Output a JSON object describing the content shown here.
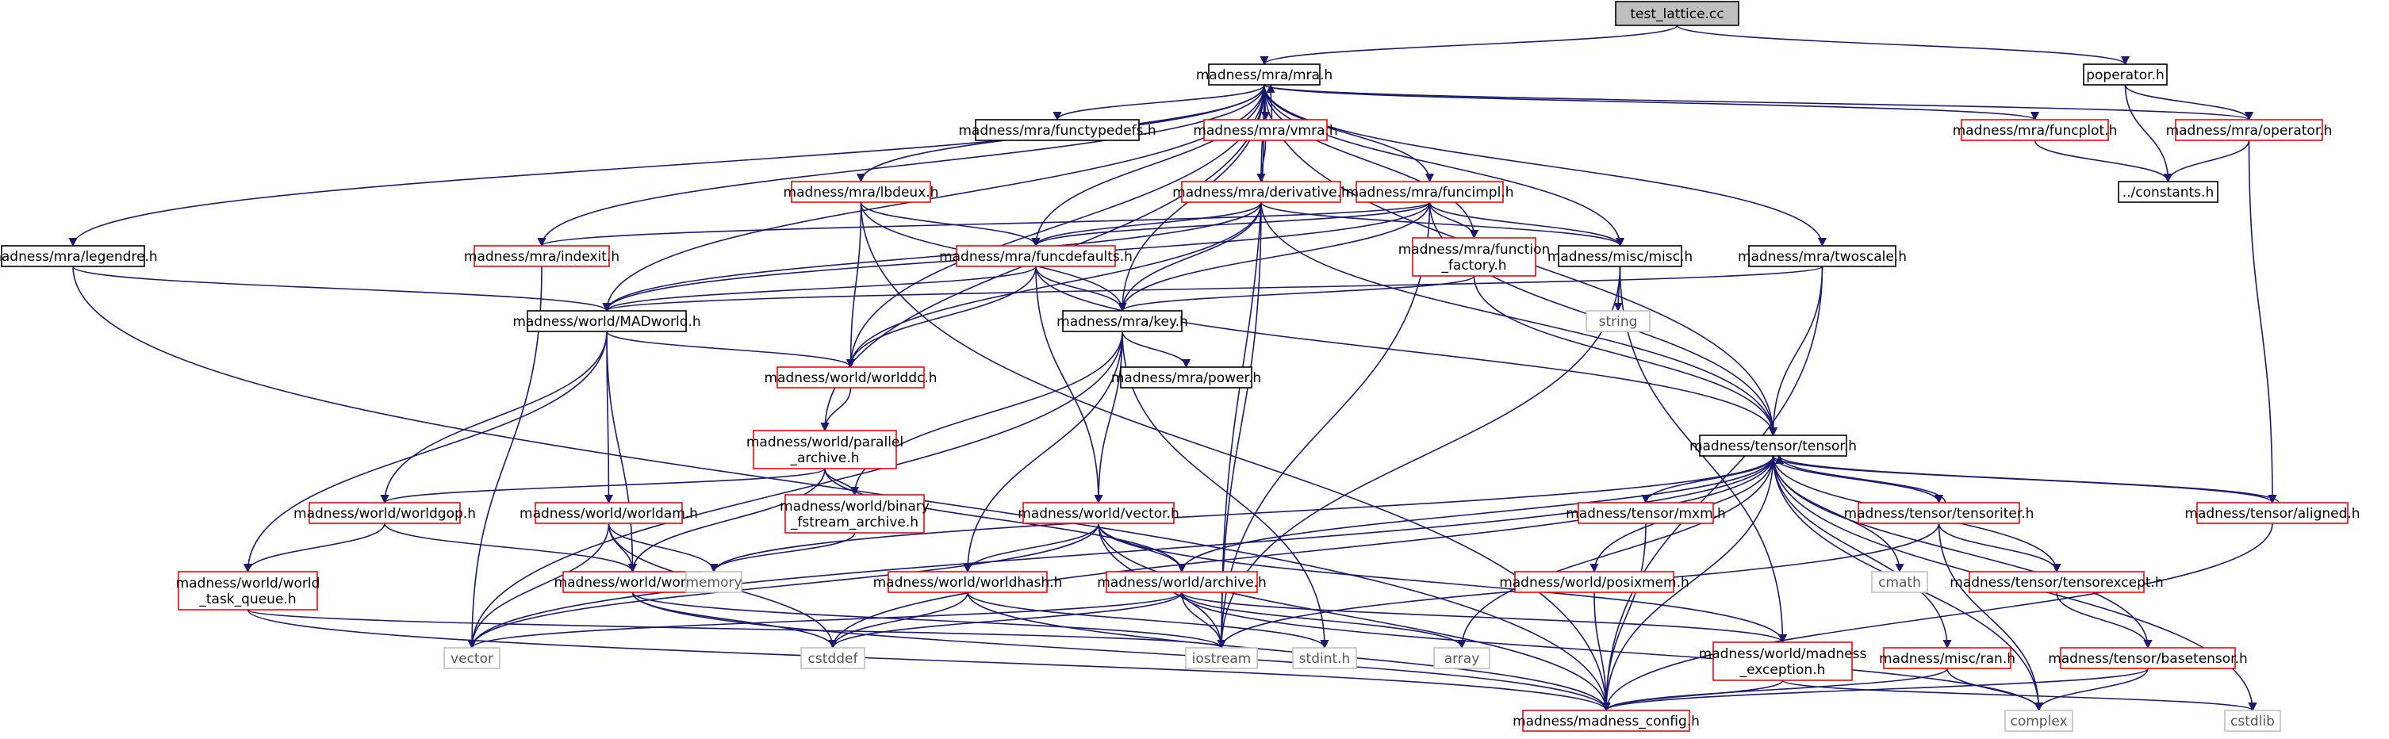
{
  "diagram": {
    "title": "test_lattice.cc",
    "colors": {
      "edge": "#191970",
      "node_border_documented": "#000000",
      "node_border_undocumented": "#ff0000",
      "node_border_system": "#bfbfbf",
      "root_fill": "#bfbfbf"
    },
    "nodes": [
      {
        "id": "test_lattice",
        "lines": [
          "test_lattice.cc"
        ],
        "kind": "root"
      },
      {
        "id": "mra_h",
        "lines": [
          "madness/mra/mra.h"
        ],
        "kind": "black"
      },
      {
        "id": "poperator_h",
        "lines": [
          "poperator.h"
        ],
        "kind": "black"
      },
      {
        "id": "functypedefs_h",
        "lines": [
          "madness/mra/functypedefs.h"
        ],
        "kind": "black"
      },
      {
        "id": "vmra_h",
        "lines": [
          "madness/mra/vmra.h"
        ],
        "kind": "red"
      },
      {
        "id": "funcplot_h",
        "lines": [
          "madness/mra/funcplot.h"
        ],
        "kind": "red"
      },
      {
        "id": "operator_h",
        "lines": [
          "madness/mra/operator.h"
        ],
        "kind": "red"
      },
      {
        "id": "constants_h",
        "lines": [
          "../constants.h"
        ],
        "kind": "black"
      },
      {
        "id": "lbdeux_h",
        "lines": [
          "madness/mra/lbdeux.h"
        ],
        "kind": "red"
      },
      {
        "id": "derivative_h",
        "lines": [
          "madness/mra/derivative.h"
        ],
        "kind": "red"
      },
      {
        "id": "funcimpl_h",
        "lines": [
          "madness/mra/funcimpl.h"
        ],
        "kind": "red"
      },
      {
        "id": "legendre_h",
        "lines": [
          "madness/mra/legendre.h"
        ],
        "kind": "black"
      },
      {
        "id": "indexit_h",
        "lines": [
          "madness/mra/indexit.h"
        ],
        "kind": "red"
      },
      {
        "id": "funcdefaults_h",
        "lines": [
          "madness/mra/funcdefaults.h"
        ],
        "kind": "red"
      },
      {
        "id": "function_factory_h",
        "lines": [
          "madness/mra/function",
          "_factory.h"
        ],
        "kind": "red"
      },
      {
        "id": "misc_h",
        "lines": [
          "madness/misc/misc.h"
        ],
        "kind": "black"
      },
      {
        "id": "twoscale_h",
        "lines": [
          "madness/mra/twoscale.h"
        ],
        "kind": "black"
      },
      {
        "id": "madworld_h",
        "lines": [
          "madness/world/MADworld.h"
        ],
        "kind": "black"
      },
      {
        "id": "key_h",
        "lines": [
          "madness/mra/key.h"
        ],
        "kind": "black"
      },
      {
        "id": "string",
        "lines": [
          "string"
        ],
        "kind": "gray"
      },
      {
        "id": "worlddc_h",
        "lines": [
          "madness/world/worlddc.h"
        ],
        "kind": "red"
      },
      {
        "id": "power_h",
        "lines": [
          "madness/mra/power.h"
        ],
        "kind": "black"
      },
      {
        "id": "tensor_h",
        "lines": [
          "madness/tensor/tensor.h"
        ],
        "kind": "black"
      },
      {
        "id": "parallel_archive_h",
        "lines": [
          "madness/world/parallel",
          "_archive.h"
        ],
        "kind": "red"
      },
      {
        "id": "worldgop_h",
        "lines": [
          "madness/world/worldgop.h"
        ],
        "kind": "red"
      },
      {
        "id": "binary_fstream_archive_h",
        "lines": [
          "madness/world/binary",
          "_fstream_archive.h"
        ],
        "kind": "red"
      },
      {
        "id": "worldam_h",
        "lines": [
          "madness/world/worldam.h"
        ],
        "kind": "red"
      },
      {
        "id": "vector_h",
        "lines": [
          "madness/world/vector.h"
        ],
        "kind": "red"
      },
      {
        "id": "mxm_h",
        "lines": [
          "madness/tensor/mxm.h"
        ],
        "kind": "red"
      },
      {
        "id": "tensoriter_h",
        "lines": [
          "madness/tensor/tensoriter.h"
        ],
        "kind": "red"
      },
      {
        "id": "aligned_h",
        "lines": [
          "madness/tensor/aligned.h"
        ],
        "kind": "red"
      },
      {
        "id": "world_task_queue_h",
        "lines": [
          "madness/world/world",
          "_task_queue.h"
        ],
        "kind": "red"
      },
      {
        "id": "world_h",
        "lines": [
          "madness/world/world.h"
        ],
        "kind": "red"
      },
      {
        "id": "memory",
        "lines": [
          "memory"
        ],
        "kind": "gray"
      },
      {
        "id": "worldhash_h",
        "lines": [
          "madness/world/worldhash.h"
        ],
        "kind": "red"
      },
      {
        "id": "archive_h",
        "lines": [
          "madness/world/archive.h"
        ],
        "kind": "red"
      },
      {
        "id": "posixmem_h",
        "lines": [
          "madness/world/posixmem.h"
        ],
        "kind": "red"
      },
      {
        "id": "cmath",
        "lines": [
          "cmath"
        ],
        "kind": "gray"
      },
      {
        "id": "tensorexcept_h",
        "lines": [
          "madness/tensor/tensorexcept.h"
        ],
        "kind": "red"
      },
      {
        "id": "vector",
        "lines": [
          "vector"
        ],
        "kind": "gray"
      },
      {
        "id": "cstddef",
        "lines": [
          "cstddef"
        ],
        "kind": "gray"
      },
      {
        "id": "iostream",
        "lines": [
          "iostream"
        ],
        "kind": "gray"
      },
      {
        "id": "stdint_h",
        "lines": [
          "stdint.h"
        ],
        "kind": "gray"
      },
      {
        "id": "array",
        "lines": [
          "array"
        ],
        "kind": "gray"
      },
      {
        "id": "madness_exception_h",
        "lines": [
          "madness/world/madness",
          "_exception.h"
        ],
        "kind": "red"
      },
      {
        "id": "ran_h",
        "lines": [
          "madness/misc/ran.h"
        ],
        "kind": "red"
      },
      {
        "id": "basetensor_h",
        "lines": [
          "madness/tensor/basetensor.h"
        ],
        "kind": "red"
      },
      {
        "id": "madness_config_h",
        "lines": [
          "madness/madness_config.h"
        ],
        "kind": "red"
      },
      {
        "id": "complex",
        "lines": [
          "complex"
        ],
        "kind": "gray"
      },
      {
        "id": "cstdlib",
        "lines": [
          "cstdlib"
        ],
        "kind": "gray"
      }
    ],
    "edges": [
      [
        "test_lattice",
        "mra_h"
      ],
      [
        "test_lattice",
        "poperator_h"
      ],
      [
        "poperator_h",
        "operator_h"
      ],
      [
        "poperator_h",
        "constants_h"
      ],
      [
        "mra_h",
        "functypedefs_h"
      ],
      [
        "mra_h",
        "vmra_h"
      ],
      [
        "vmra_h",
        "mra_h"
      ],
      [
        "mra_h",
        "funcplot_h"
      ],
      [
        "mra_h",
        "operator_h"
      ],
      [
        "mra_h",
        "lbdeux_h"
      ],
      [
        "mra_h",
        "derivative_h"
      ],
      [
        "mra_h",
        "funcimpl_h"
      ],
      [
        "mra_h",
        "legendre_h"
      ],
      [
        "mra_h",
        "indexit_h"
      ],
      [
        "mra_h",
        "funcdefaults_h"
      ],
      [
        "mra_h",
        "function_factory_h"
      ],
      [
        "mra_h",
        "misc_h"
      ],
      [
        "mra_h",
        "twoscale_h"
      ],
      [
        "mra_h",
        "madworld_h"
      ],
      [
        "mra_h",
        "key_h"
      ],
      [
        "mra_h",
        "worlddc_h"
      ],
      [
        "mra_h",
        "tensor_h"
      ],
      [
        "mra_h",
        "parallel_archive_h"
      ],
      [
        "mra_h",
        "iostream"
      ],
      [
        "vmra_h",
        "derivative_h"
      ],
      [
        "funcplot_h",
        "constants_h"
      ],
      [
        "operator_h",
        "constants_h"
      ],
      [
        "operator_h",
        "aligned_h"
      ],
      [
        "lbdeux_h",
        "funcdefaults_h"
      ],
      [
        "lbdeux_h",
        "key_h"
      ],
      [
        "lbdeux_h",
        "worlddc_h"
      ],
      [
        "lbdeux_h",
        "madness_config_h"
      ],
      [
        "derivative_h",
        "funcdefaults_h"
      ],
      [
        "derivative_h",
        "key_h"
      ],
      [
        "derivative_h",
        "madworld_h"
      ],
      [
        "derivative_h",
        "worlddc_h"
      ],
      [
        "derivative_h",
        "misc_h"
      ],
      [
        "derivative_h",
        "tensor_h"
      ],
      [
        "derivative_h",
        "iostream"
      ],
      [
        "funcimpl_h",
        "indexit_h"
      ],
      [
        "funcimpl_h",
        "funcdefaults_h"
      ],
      [
        "funcimpl_h",
        "function_factory_h"
      ],
      [
        "funcimpl_h",
        "misc_h"
      ],
      [
        "funcimpl_h",
        "key_h"
      ],
      [
        "funcimpl_h",
        "madworld_h"
      ],
      [
        "funcimpl_h",
        "tensor_h"
      ],
      [
        "funcimpl_h",
        "iostream"
      ],
      [
        "legendre_h",
        "madworld_h"
      ],
      [
        "legendre_h",
        "madness_config_h"
      ],
      [
        "indexit_h",
        "vector"
      ],
      [
        "funcdefaults_h",
        "madworld_h"
      ],
      [
        "funcdefaults_h",
        "key_h"
      ],
      [
        "funcdefaults_h",
        "worlddc_h"
      ],
      [
        "funcdefaults_h",
        "vector_h"
      ],
      [
        "funcdefaults_h",
        "tensor_h"
      ],
      [
        "function_factory_h",
        "key_h"
      ],
      [
        "function_factory_h",
        "tensor_h"
      ],
      [
        "misc_h",
        "string"
      ],
      [
        "misc_h",
        "iostream"
      ],
      [
        "misc_h",
        "madness_exception_h"
      ],
      [
        "twoscale_h",
        "madworld_h"
      ],
      [
        "twoscale_h",
        "tensor_h"
      ],
      [
        "twoscale_h",
        "madness_config_h"
      ],
      [
        "madworld_h",
        "worlddc_h"
      ],
      [
        "madworld_h",
        "worldgop_h"
      ],
      [
        "madworld_h",
        "worldam_h"
      ],
      [
        "madworld_h",
        "world_task_queue_h"
      ],
      [
        "madworld_h",
        "world_h"
      ],
      [
        "key_h",
        "power_h"
      ],
      [
        "key_h",
        "vector_h"
      ],
      [
        "key_h",
        "binary_fstream_archive_h"
      ],
      [
        "key_h",
        "worldhash_h"
      ],
      [
        "key_h",
        "stdint_h"
      ],
      [
        "key_h",
        "vector"
      ],
      [
        "worlddc_h",
        "parallel_archive_h"
      ],
      [
        "parallel_archive_h",
        "binary_fstream_archive_h"
      ],
      [
        "parallel_archive_h",
        "archive_h"
      ],
      [
        "parallel_archive_h",
        "worldgop_h"
      ],
      [
        "parallel_archive_h",
        "world_h"
      ],
      [
        "binary_fstream_archive_h",
        "memory"
      ],
      [
        "worldgop_h",
        "world_task_queue_h"
      ],
      [
        "worldgop_h",
        "world_h"
      ],
      [
        "worldam_h",
        "world_h"
      ],
      [
        "worldam_h",
        "memory"
      ],
      [
        "worldam_h",
        "vector"
      ],
      [
        "worldam_h",
        "cstddef"
      ],
      [
        "world_task_queue_h",
        "iostream"
      ],
      [
        "world_task_queue_h",
        "madness_config_h"
      ],
      [
        "world_h",
        "cstddef"
      ],
      [
        "world_h",
        "iostream"
      ],
      [
        "world_h",
        "madness_config_h"
      ],
      [
        "vector_h",
        "archive_h"
      ],
      [
        "vector_h",
        "worldhash_h"
      ],
      [
        "vector_h",
        "vector"
      ],
      [
        "vector_h",
        "iostream"
      ],
      [
        "vector_h",
        "madness_exception_h"
      ],
      [
        "vector_h",
        "madness_config_h"
      ],
      [
        "worldhash_h",
        "cstddef"
      ],
      [
        "worldhash_h",
        "stdint_h"
      ],
      [
        "worldhash_h",
        "madness_config_h"
      ],
      [
        "archive_h",
        "vector"
      ],
      [
        "archive_h",
        "cstddef"
      ],
      [
        "archive_h",
        "iostream"
      ],
      [
        "archive_h",
        "array"
      ],
      [
        "archive_h",
        "madness_exception_h"
      ],
      [
        "archive_h",
        "complex"
      ],
      [
        "tensor_h",
        "mxm_h"
      ],
      [
        "tensor_h",
        "tensoriter_h"
      ],
      [
        "tensor_h",
        "aligned_h"
      ],
      [
        "tensor_h",
        "archive_h"
      ],
      [
        "tensor_h",
        "posixmem_h"
      ],
      [
        "tensor_h",
        "cmath"
      ],
      [
        "tensor_h",
        "tensorexcept_h"
      ],
      [
        "tensor_h",
        "vector"
      ],
      [
        "tensor_h",
        "memory"
      ],
      [
        "tensor_h",
        "cstddef"
      ],
      [
        "tensor_h",
        "array"
      ],
      [
        "tensor_h",
        "ran_h"
      ],
      [
        "tensor_h",
        "basetensor_h"
      ],
      [
        "tensor_h",
        "madness_config_h"
      ],
      [
        "tensor_h",
        "complex"
      ],
      [
        "tensor_h",
        "cstdlib"
      ],
      [
        "tensoriter_h",
        "tensor_h"
      ],
      [
        "tensoriter_h",
        "tensorexcept_h"
      ],
      [
        "tensoriter_h",
        "iostream"
      ],
      [
        "tensoriter_h",
        "complex"
      ],
      [
        "aligned_h",
        "tensor_h"
      ],
      [
        "aligned_h",
        "madness_config_h"
      ],
      [
        "mxm_h",
        "madness_config_h"
      ],
      [
        "posixmem_h",
        "madness_config_h"
      ],
      [
        "tensorexcept_h",
        "basetensor_h"
      ],
      [
        "madness_exception_h",
        "madness_config_h"
      ],
      [
        "madness_exception_h",
        "cstdlib"
      ],
      [
        "ran_h",
        "madness_config_h"
      ],
      [
        "ran_h",
        "complex"
      ],
      [
        "basetensor_h",
        "madness_config_h"
      ],
      [
        "basetensor_h",
        "complex"
      ]
    ]
  }
}
